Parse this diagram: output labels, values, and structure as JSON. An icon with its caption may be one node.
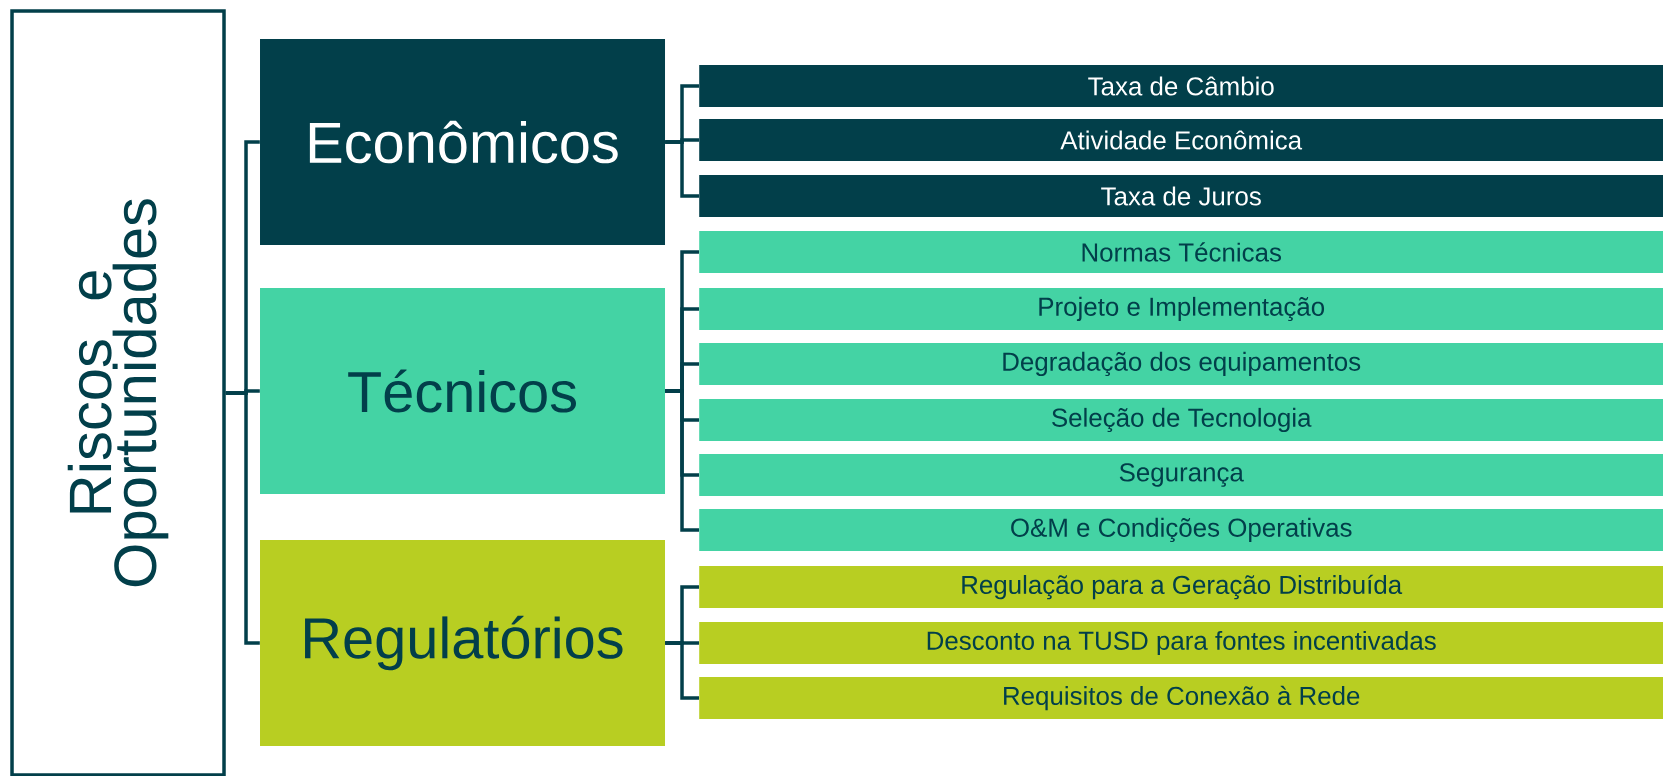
{
  "diagram": {
    "nodes": [
      {
        "text": [
          "Riscos e Oportunidades"
        ]
      },
      {
        "text": [
          "Econômicos"
        ]
      },
      {
        "text": [
          "Técnicos"
        ]
      },
      {
        "text": [
          "Regulatórios"
        ]
      },
      {
        "text": [
          "Taxa de Câmbio"
        ]
      },
      {
        "text": [
          "Atividade Econômica"
        ]
      },
      {
        "text": [
          "Taxa de Juros"
        ]
      },
      {
        "text": [
          "Normas Técnicas"
        ]
      },
      {
        "text": [
          "Projeto e Implementação"
        ]
      },
      {
        "text": [
          "Degradação dos equipamentos"
        ]
      },
      {
        "text": [
          "Seleção de Tecnologia"
        ]
      },
      {
        "text": [
          "Segurança"
        ]
      },
      {
        "text": [
          "O&M e Condições Operativas"
        ]
      },
      {
        "text": [
          "Regulação para a Geração Distribuída"
        ]
      },
      {
        "text": [
          "Desconto na TUSD para fontes incentivadas"
        ]
      },
      {
        "text": [
          "Requisitos de Conexão à Rede"
        ]
      }
    ],
    "edges": [
      {
        "from": 0,
        "to": 1,
        "arrow": "none"
      },
      {
        "from": 0,
        "to": 2,
        "arrow": "none"
      },
      {
        "from": 0,
        "to": 3,
        "arrow": "none"
      },
      {
        "from": 1,
        "to": 4,
        "arrow": "none"
      },
      {
        "from": 1,
        "to": 5,
        "arrow": "none"
      },
      {
        "from": 1,
        "to": 6,
        "arrow": "none"
      },
      {
        "from": 2,
        "to": 7,
        "arrow": "none"
      },
      {
        "from": 2,
        "to": 8,
        "arrow": "none"
      },
      {
        "from": 2,
        "to": 9,
        "arrow": "none"
      },
      {
        "from": 2,
        "to": 10,
        "arrow": "none"
      },
      {
        "from": 2,
        "to": 11,
        "arrow": "none"
      },
      {
        "from": 2,
        "to": 12,
        "arrow": "none"
      },
      {
        "from": 3,
        "to": 13,
        "arrow": "none"
      },
      {
        "from": 3,
        "to": 14,
        "arrow": "none"
      },
      {
        "from": 3,
        "to": 15,
        "arrow": "none"
      }
    ]
  }
}
